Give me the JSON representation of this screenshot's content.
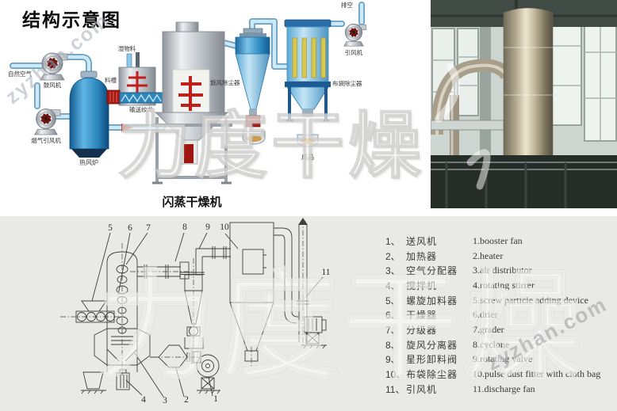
{
  "page": {
    "title": "结构示意图"
  },
  "watermarks": {
    "brand": "力度干燥",
    "site": "zyzhan.com"
  },
  "schematic": {
    "labels": {
      "natural_air": "自然空气",
      "blower": "鼓风机",
      "flue_gas_fan": "烟气引风机",
      "hot_air_furnace": "热风炉",
      "wet_material": "湿物料",
      "feed_trough": "料槽",
      "conveying_screw": "输送绞龙",
      "cyclone_dust_collector": "旋风除尘器",
      "bag_dust_collector": "布袋除尘器",
      "induced_draft_fan": "引风机",
      "exhaust": "排空",
      "finished_product": "成品",
      "flash_dryer": "闪蒸干燥机"
    }
  },
  "line_diagram": {
    "callouts": [
      "1",
      "2",
      "3",
      "4",
      "5",
      "6",
      "7",
      "8",
      "9",
      "10",
      "11"
    ]
  },
  "legend": {
    "items": [
      {
        "no": "1、",
        "cn": "送风机",
        "en": "1.booster fan"
      },
      {
        "no": "2、",
        "cn": "加热器",
        "en": "2.heater"
      },
      {
        "no": "3、",
        "cn": "空气分配器",
        "en": "3.air distributor"
      },
      {
        "no": "4、",
        "cn": "搅拌机",
        "en": "4.rotating stirrer"
      },
      {
        "no": "5、",
        "cn": "螺旋加料器",
        "en": "5.screw particle adding device"
      },
      {
        "no": "6、",
        "cn": "干燥器",
        "en": "6.drier"
      },
      {
        "no": "7、",
        "cn": "分级器",
        "en": "7.grader"
      },
      {
        "no": "8、",
        "cn": "旋风分离器",
        "en": "8.cyclone"
      },
      {
        "no": "9、",
        "cn": "星形卸料阀",
        "en": "9.rotating valve"
      },
      {
        "no": "10、",
        "cn": "布袋除尘器",
        "en": "10.pulse dust fitter with cloth bag"
      },
      {
        "no": "11、",
        "cn": "引风机",
        "en": "11.discharge fan"
      }
    ]
  },
  "colors": {
    "equipment_blue": "#2f8fc4",
    "deep_blue": "#1d5a94",
    "steel_grey": "#c4c8cd",
    "agitator_red": "#c0201c",
    "bag_yellow": "#d9c84f",
    "product_orange": "#d69a42",
    "bottom_panel_bg": "#e9e9e7",
    "line_color": "#3f3f3f"
  }
}
